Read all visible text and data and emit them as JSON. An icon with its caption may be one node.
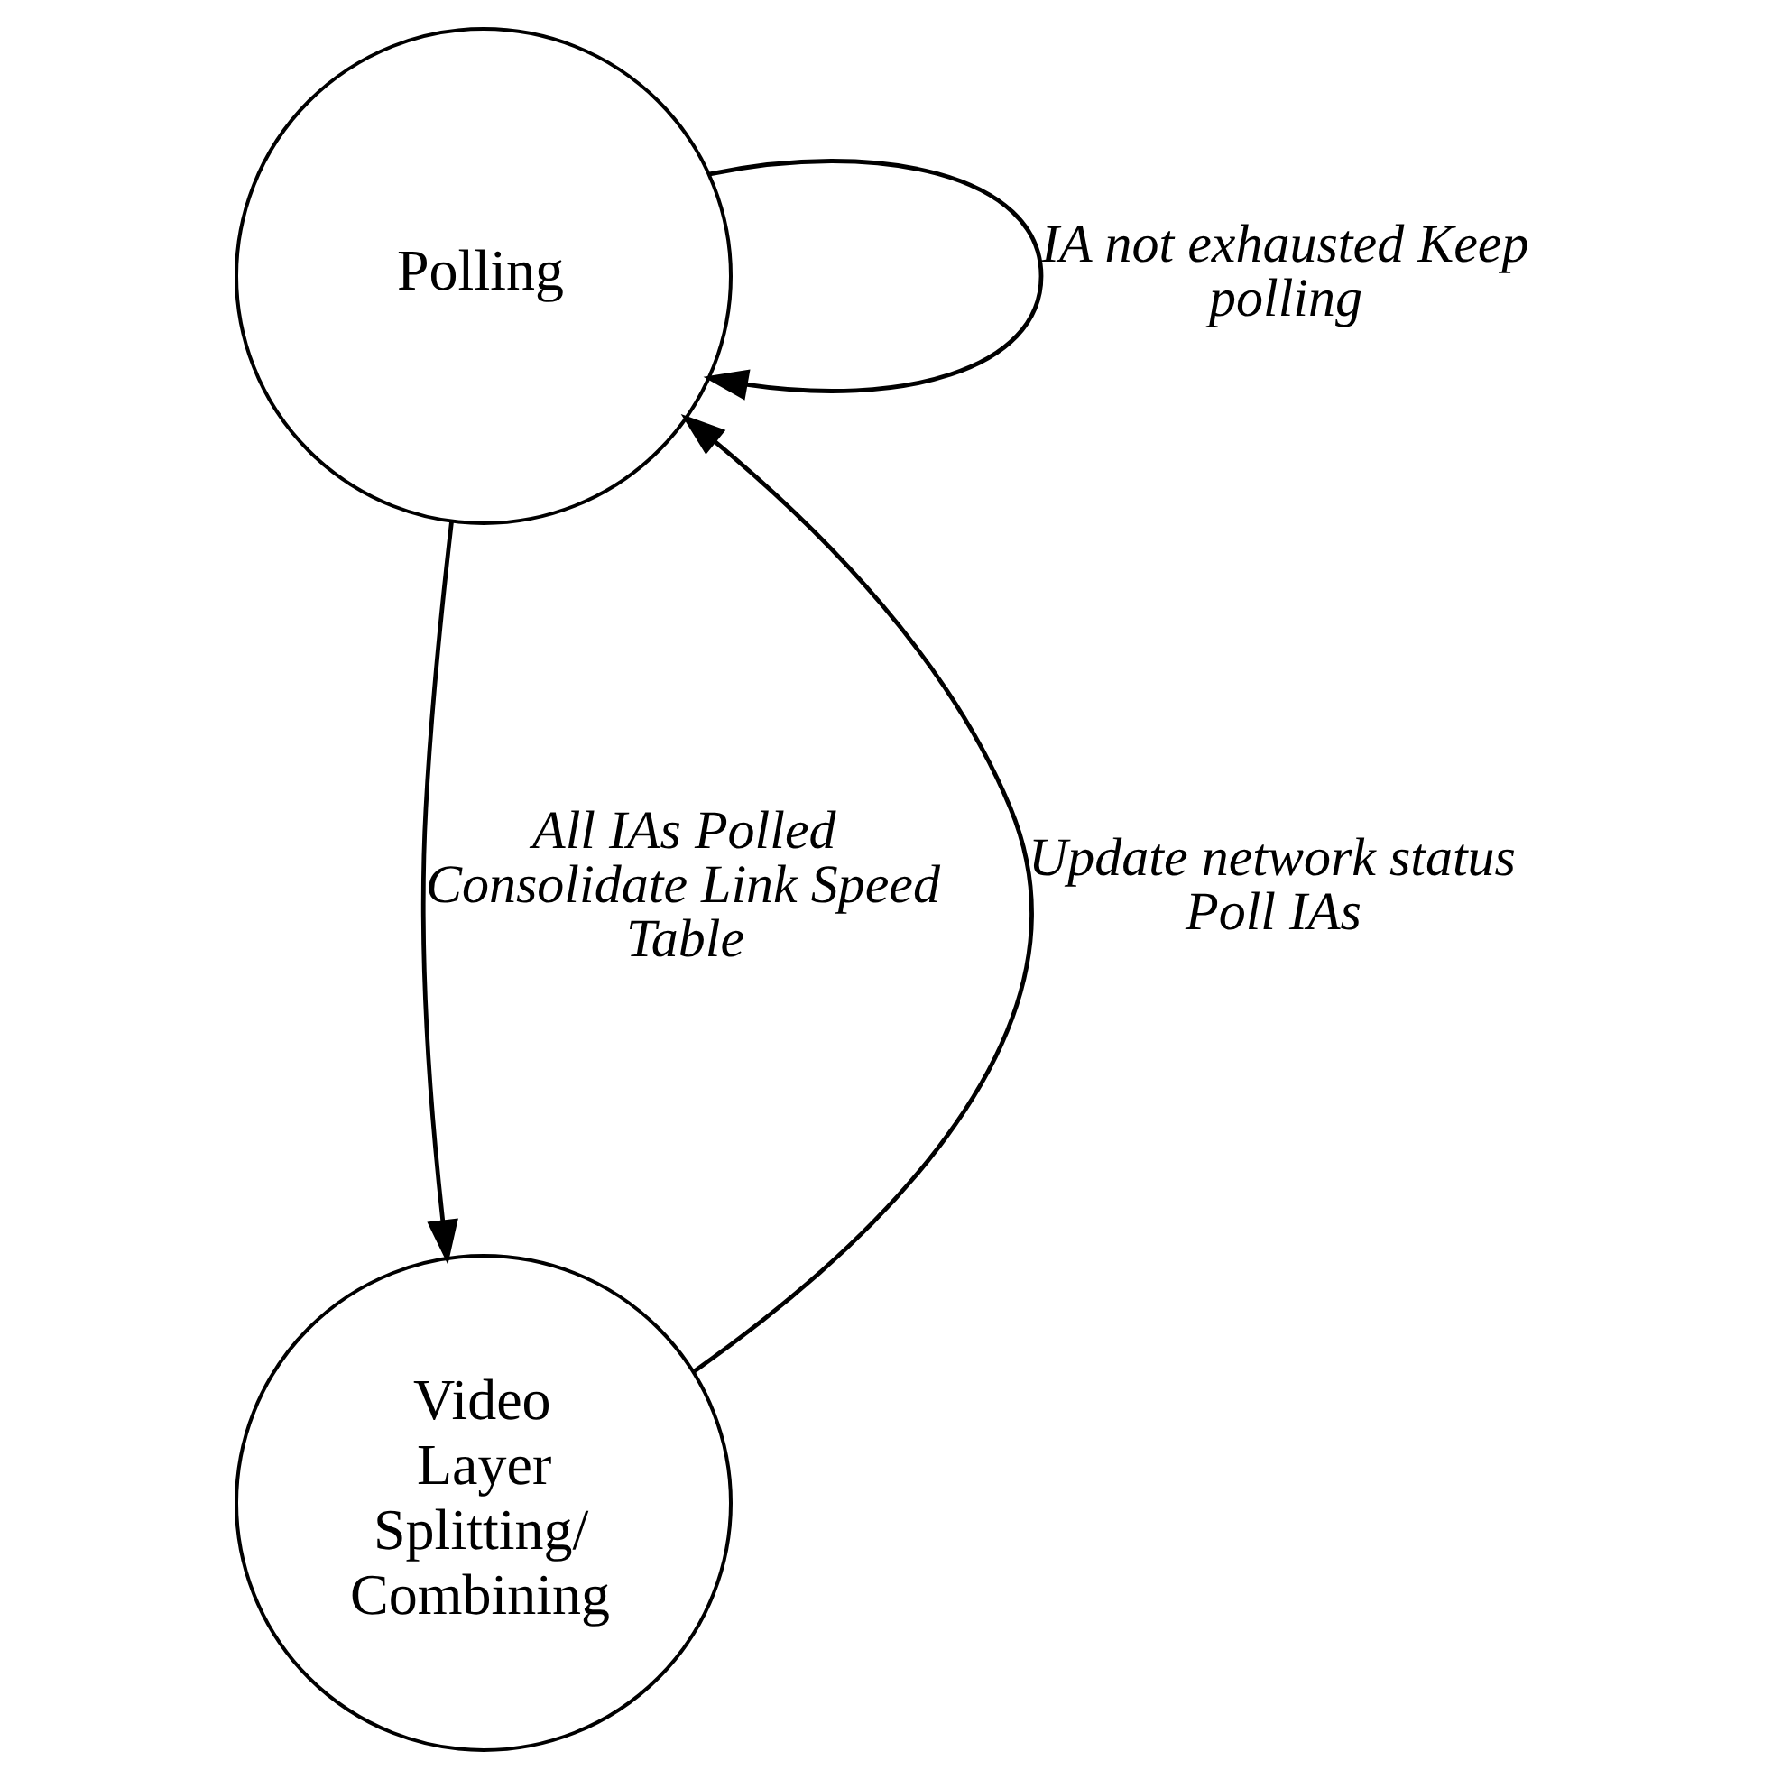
{
  "diagram": {
    "nodes": [
      {
        "text": [
          "Polling"
        ]
      },
      {
        "text": [
          "Video Layer Splitting/ Combining"
        ]
      }
    ],
    "edges": [
      {
        "from": 0,
        "to": 0,
        "arrow": "to",
        "label": "IA not exhausted Keep polling"
      },
      {
        "from": 0,
        "to": 1,
        "arrow": "to",
        "label": "All IAs Polled Consolidate Link Speed Table"
      },
      {
        "from": 1,
        "to": 0,
        "arrow": "to",
        "label": "Update network status Poll IAs"
      }
    ]
  }
}
